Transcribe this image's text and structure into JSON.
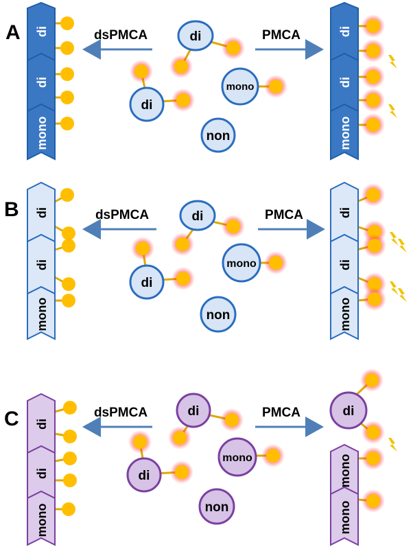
{
  "panels": [
    {
      "letter": "A",
      "left_arrow_label": "dsPMCA",
      "right_arrow_label": "PMCA",
      "free_molecules": {
        "di": "di",
        "di_second": "di",
        "mono": "mono",
        "non": "non"
      },
      "left_strand": {
        "segments": [
          "di",
          "di",
          "mono"
        ]
      },
      "right_strand": {
        "segments": [
          "di",
          "di",
          "mono"
        ]
      }
    },
    {
      "letter": "B",
      "left_arrow_label": "dsPMCA",
      "right_arrow_label": "PMCA",
      "free_molecules": {
        "di": "di",
        "di_second": "di",
        "mono": "mono",
        "non": "non"
      },
      "left_strand": {
        "segments": [
          "di",
          "di",
          "mono"
        ]
      },
      "right_strand": {
        "segments": [
          "di",
          "di",
          "mono"
        ]
      }
    },
    {
      "letter": "C",
      "left_arrow_label": "dsPMCA",
      "right_arrow_label": "PMCA",
      "free_molecules": {
        "di": "di",
        "di_second": "di",
        "mono": "mono",
        "non": "non"
      },
      "left_strand": {
        "segments": [
          "di",
          "di",
          "mono"
        ]
      },
      "right_detached": "di",
      "right_strand": {
        "segments": [
          "mono",
          "mono"
        ]
      }
    }
  ],
  "colors": {
    "solid_blue_fill": "#3b78c4",
    "solid_blue_stroke": "#1f5fa8",
    "light_blue_fill": "#dce8f7",
    "light_blue_stroke": "#2a6cc0",
    "light_purple_fill": "#dccbea",
    "purple_stroke": "#7b3fa0",
    "molecule_blue_fill": "#d7e5f6",
    "molecule_purple_fill": "#d6c3e6",
    "ball_fill": "#ffbf00",
    "ball_glow": "#ff2f2f",
    "linker": "#e0a800",
    "arrow": "#4f7fb8",
    "lightning": "#f2c300"
  },
  "icons": [
    "lightning-bolt-icon"
  ]
}
